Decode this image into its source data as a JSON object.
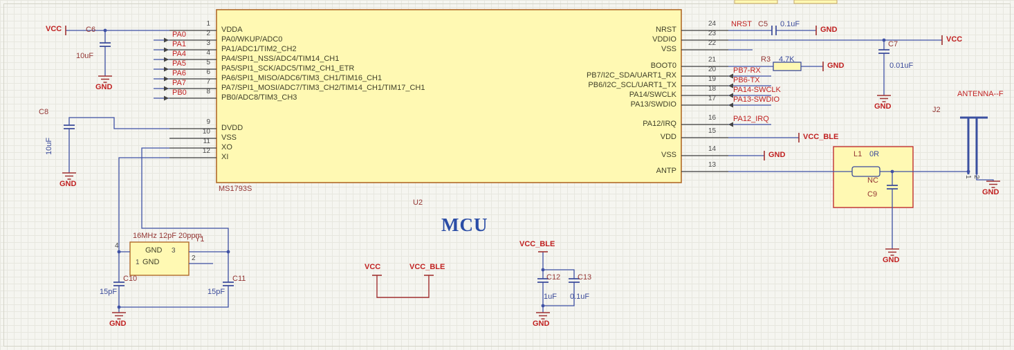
{
  "power": {
    "vcc": "VCC",
    "gnd": "GND",
    "vcc_ble": "VCC_BLE"
  },
  "mcu": {
    "ref": "U2",
    "comment": "MCU",
    "part": "MS1793S",
    "left_pins": [
      {
        "num": "1",
        "name": "VDDA"
      },
      {
        "num": "2",
        "name": "PA0/WKUP/ADC0"
      },
      {
        "num": "3",
        "name": "PA1/ADC1/TIM2_CH2"
      },
      {
        "num": "4",
        "name": "PA4/SPI1_NSS/ADC4/TIM14_CH1"
      },
      {
        "num": "5",
        "name": "PA5/SPI1_SCK/ADC5/TIM2_CH1_ETR"
      },
      {
        "num": "6",
        "name": "PA6/SPI1_MISO/ADC6/TIM3_CH1/TIM16_CH1"
      },
      {
        "num": "7",
        "name": "PA7/SPI1_MOSI/ADC7/TIM3_CH2/TIM14_CH1/TIM17_CH1"
      },
      {
        "num": "8",
        "name": "PB0/ADC8/TIM3_CH3"
      },
      {
        "num": "9",
        "name": "DVDD"
      },
      {
        "num": "10",
        "name": "VSS"
      },
      {
        "num": "11",
        "name": "XO"
      },
      {
        "num": "12",
        "name": "XI"
      }
    ],
    "right_pins": [
      {
        "num": "24",
        "name": "NRST"
      },
      {
        "num": "23",
        "name": "VDDIO"
      },
      {
        "num": "22",
        "name": "VSS"
      },
      {
        "num": "21",
        "name": "BOOT0"
      },
      {
        "num": "20",
        "name": "PB7/I2C_SDA/UART1_RX"
      },
      {
        "num": "19",
        "name": "PB6/I2C_SCL/UART1_TX"
      },
      {
        "num": "18",
        "name": "PA14/SWCLK"
      },
      {
        "num": "17",
        "name": "PA13/SWDIO"
      },
      {
        "num": "16",
        "name": "PA12/IRQ"
      },
      {
        "num": "15",
        "name": "VDD"
      },
      {
        "num": "14",
        "name": "VSS"
      },
      {
        "num": "13",
        "name": "ANTP"
      }
    ]
  },
  "nets": {
    "pa0": "PA0",
    "pa1": "PA1",
    "pa4": "PA4",
    "pa5": "PA5",
    "pa6": "PA6",
    "pa7": "PA7",
    "pb0": "PB0",
    "nrst": "NRST",
    "pb7_rx": "PB7-RX",
    "pb6_tx": "PB6-TX",
    "pa14_swclk": "PA14-SWCLK",
    "pa13_swdio": "PA13-SWDIO",
    "pa12_irq": "PA12_IRQ"
  },
  "components": {
    "c5": {
      "ref": "C5",
      "value": "0.1uF"
    },
    "c6": {
      "ref": "C6",
      "value": "10uF"
    },
    "c7": {
      "ref": "C7",
      "value": "0.01uF"
    },
    "c8": {
      "ref": "C8",
      "value": "10uF"
    },
    "c9": {
      "ref": "C9"
    },
    "c10": {
      "ref": "C10",
      "value": "15pF"
    },
    "c11": {
      "ref": "C11",
      "value": "15pF"
    },
    "c12": {
      "ref": "C12",
      "value": "1uF"
    },
    "c13": {
      "ref": "C13",
      "value": "0.1uF"
    },
    "r3": {
      "ref": "R3",
      "value": "4.7K"
    },
    "l1": {
      "ref": "L1",
      "value": "0R"
    },
    "nc_label": "NC",
    "y1": {
      "ref": "Y1",
      "comment": "16MHz 12pF 20ppm",
      "p1": "1",
      "p2": "2",
      "p3": "3",
      "p4": "4"
    },
    "j2": {
      "ref": "J2",
      "name": "ANTENNA--F",
      "p1": "1",
      "p2": "2"
    }
  }
}
